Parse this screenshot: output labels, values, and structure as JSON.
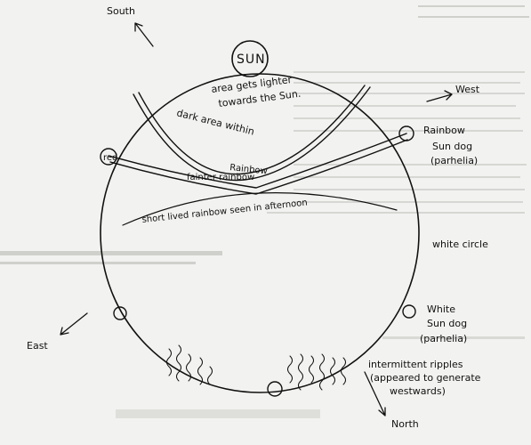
{
  "labels": {
    "sun": "SUN",
    "south": "South",
    "west": "West",
    "east": "East",
    "north": "North",
    "area_lighter": [
      "area gets lighter",
      "towards the Sun."
    ],
    "dark_area": "dark area within",
    "red": "red",
    "rainbow_inner": "Rainbow",
    "fainter_rainbow": "fainter rainbow",
    "short_lived": "short lived rainbow seen in afternoon",
    "rainbow_right": "Rainbow",
    "sun_dog_1": [
      "Sun dog",
      "(parhelia)"
    ],
    "white_circle": "white circle",
    "white_sun_dog": [
      "White",
      "Sun dog",
      "(parhelia)"
    ],
    "ripples": [
      "intermittent ripples",
      "(appeared to generate",
      "westwards)"
    ]
  }
}
